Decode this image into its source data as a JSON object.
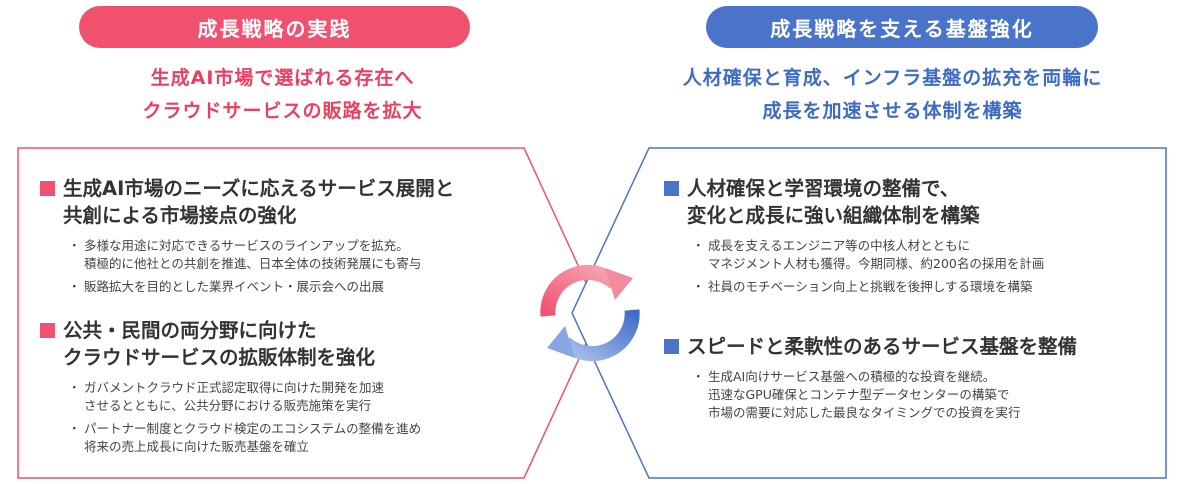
{
  "colors": {
    "accent_left": "#f0516e",
    "accent_right": "#4a74c9"
  },
  "left": {
    "pill": "成長戦略の実践",
    "headline": [
      "生成AI市場で選ばれる存在へ",
      "クラウドサービスの販路を拡大"
    ],
    "sections": [
      {
        "heading": [
          "生成AI市場のニーズに応えるサービス展開と",
          "共創による市場接点の強化"
        ],
        "bullets": [
          [
            "多様な用途に対応できるサービスのラインアップを拡充。",
            "積極的に他社との共創を推進、日本全体の技術発展にも寄与"
          ],
          [
            "販路拡大を目的とした業界イベント・展示会への出展"
          ]
        ]
      },
      {
        "heading": [
          "公共・民間の両分野に向けた",
          "クラウドサービスの拡販体制を強化"
        ],
        "bullets": [
          [
            "ガバメントクラウド正式認定取得に向けた開発を加速",
            "させるとともに、公共分野における販売施策を実行"
          ],
          [
            "パートナー制度とクラウド検定のエコシステムの整備を進め",
            "将来の売上成長に向けた販売基盤を確立"
          ]
        ]
      }
    ]
  },
  "right": {
    "pill": "成長戦略を支える基盤強化",
    "headline": [
      "人材確保と育成、インフラ基盤の拡充を両輪に",
      "成長を加速させる体制を構築"
    ],
    "sections": [
      {
        "heading": [
          "人材確保と学習環境の整備で、",
          "変化と成長に強い組織体制を構築"
        ],
        "bullets": [
          [
            "成長を支えるエンジニア等の中核人材とともに",
            "マネジメント人材も獲得。今期同様、約200名の採用を計画"
          ],
          [
            "社員のモチベーション向上と挑戦を後押しする環境を構築"
          ]
        ]
      },
      {
        "heading": [
          "スピードと柔軟性のあるサービス基盤を整備"
        ],
        "bullets": [
          [
            "生成AI向けサービス基盤への積極的な投資を継続。",
            "迅速なGPU確保とコンテナ型データセンターの構築で",
            "市場の需要に対応した最良なタイミングでの投資を実行"
          ]
        ]
      }
    ]
  },
  "bullet_glyph": "・",
  "icons": {
    "cycle": "cycle-arrows-icon",
    "square": "square-bullet-icon"
  }
}
